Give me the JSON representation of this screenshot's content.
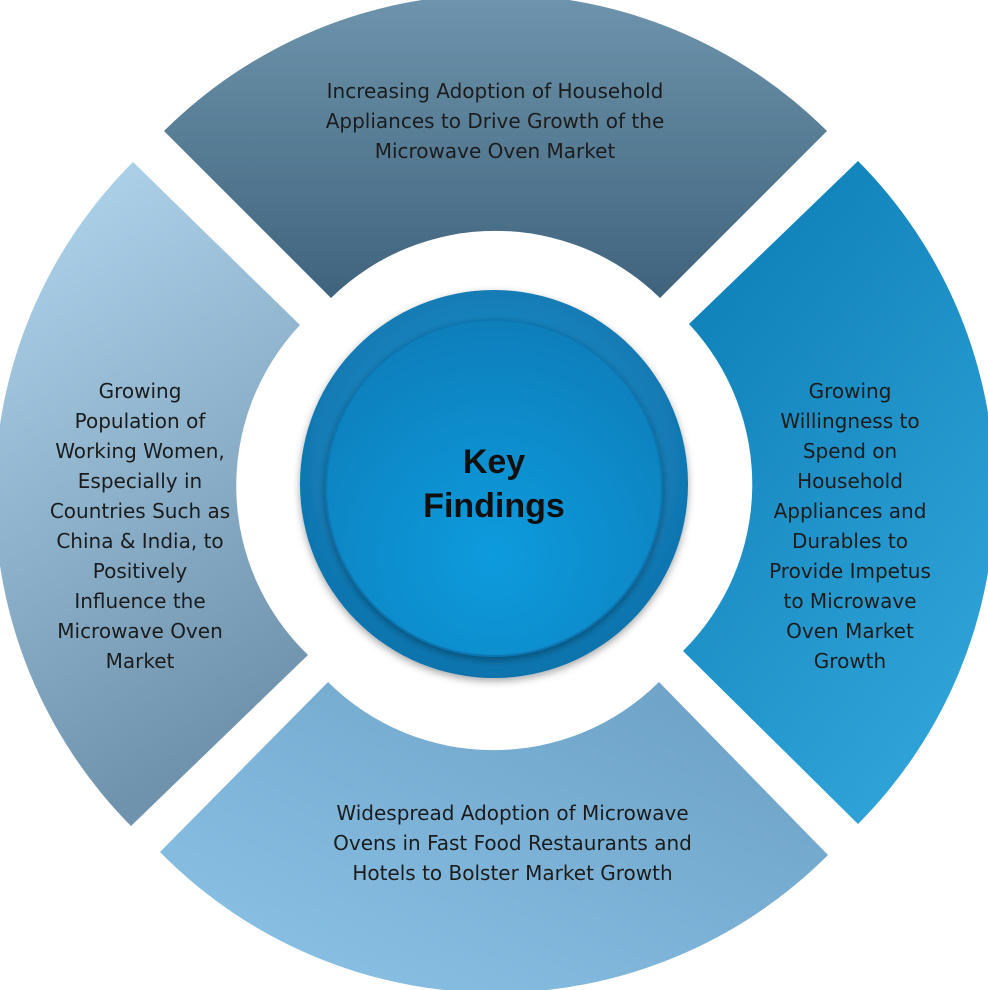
{
  "center": {
    "title": "Key\nFindings"
  },
  "segments": {
    "top": "Increasing Adoption of Household\nAppliances to Drive Growth of the\nMicrowave Oven Market",
    "right": "Growing\nWillingness to\nSpend on\nHousehold\nAppliances and\nDurables to\nProvide Impetus\nto Microwave\nOven Market\nGrowth",
    "bottom": "Widespread Adoption of Microwave\nOvens in Fast Food Restaurants and\nHotels to Bolster Market Growth",
    "left": "Growing\nPopulation of\nWorking Women,\nEspecially in\nCountries Such as\nChina & India, to\nPositively\nInfluence the\nMicrowave Oven\nMarket"
  },
  "colors": {
    "top": [
      "#6e95ad",
      "#3f637c"
    ],
    "right": [
      "#0a7bb4",
      "#2fa3d8"
    ],
    "bottom": [
      "#8cc4e8",
      "#6b9fc4"
    ],
    "left": [
      "#b3d8f0",
      "#6f93ad"
    ],
    "center_ring": "#1c8ac6",
    "center_disc": "#0b8fcf"
  }
}
